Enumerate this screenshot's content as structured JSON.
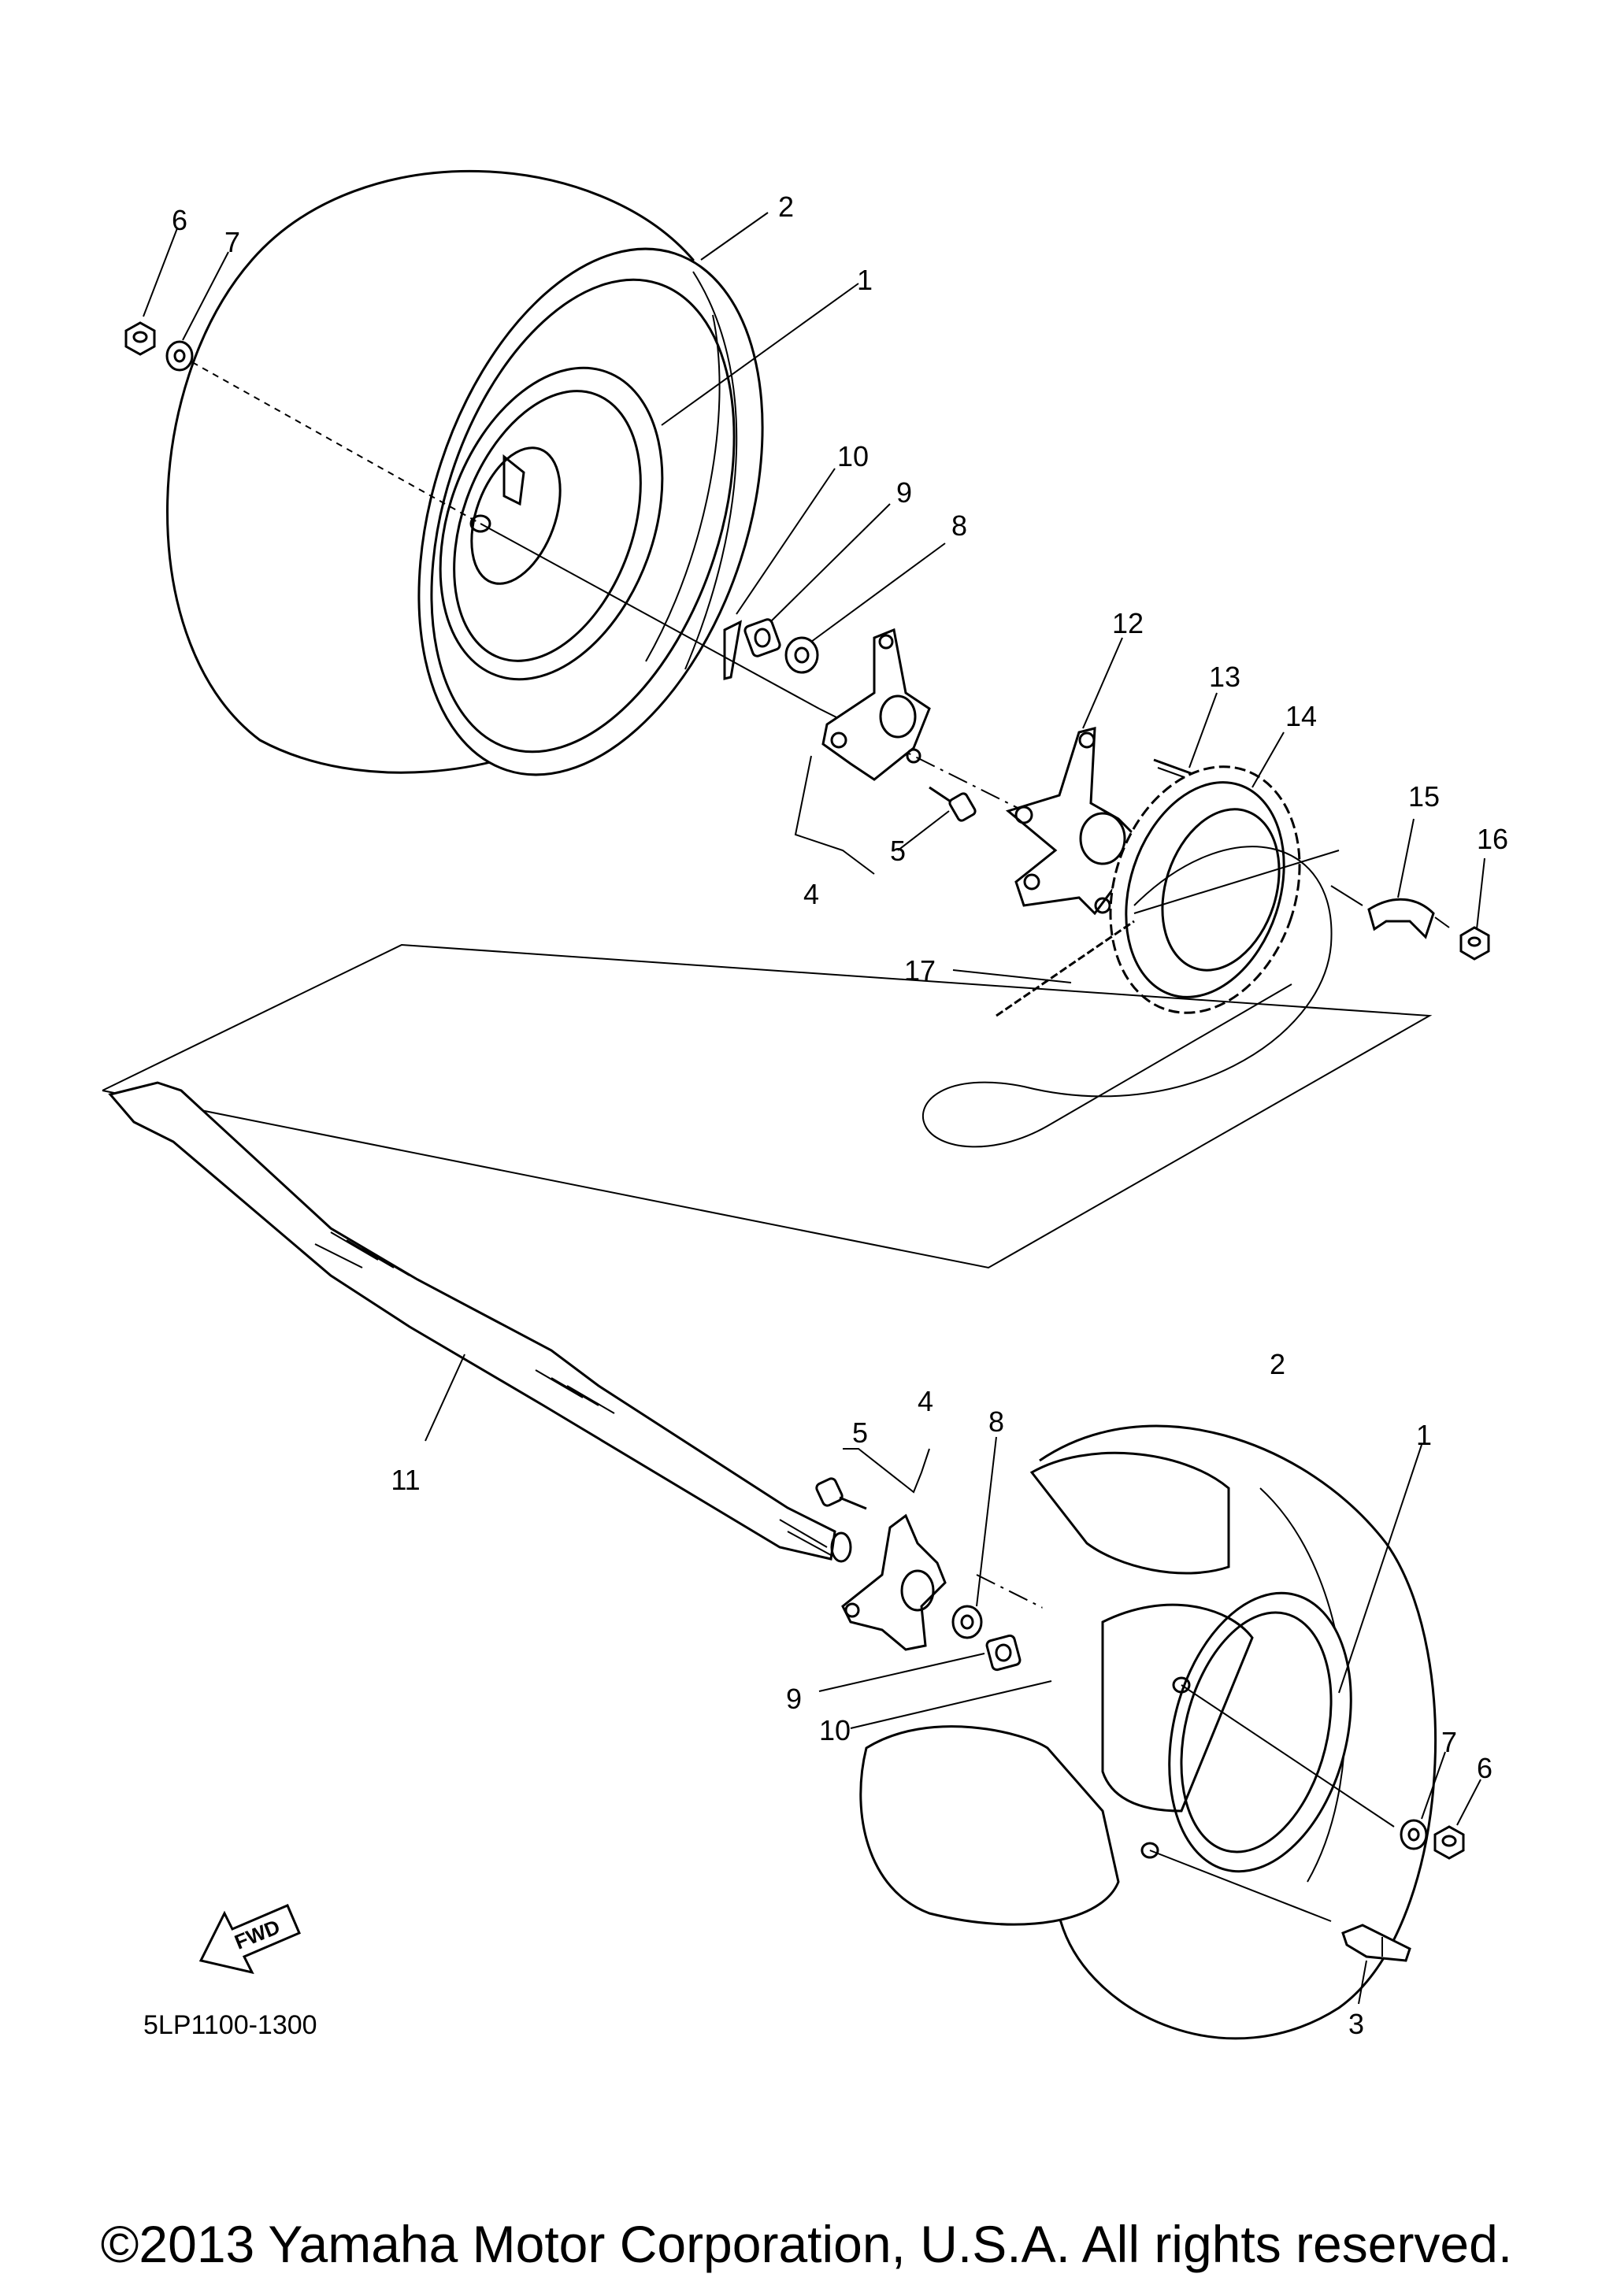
{
  "diagram": {
    "callouts": {
      "c6_top": "6",
      "c7_top": "7",
      "c2_top": "2",
      "c1_top": "1",
      "c10_top": "10",
      "c9_top": "9",
      "c8_top": "8",
      "c12": "12",
      "c13": "13",
      "c14": "14",
      "c15": "15",
      "c16": "16",
      "c5_top": "5",
      "c4_top": "4",
      "c17": "17",
      "c11": "11",
      "c4_bot": "4",
      "c5_bot": "5",
      "c8_bot": "8",
      "c2_bot": "2",
      "c1_bot": "1",
      "c9_bot": "9",
      "c10_bot": "10",
      "c7_bot": "7",
      "c6_bot": "6",
      "c3": "3"
    },
    "fwd_label": "FWD",
    "diagram_code": "5LP1100-1300"
  },
  "footer": {
    "copyright": "©2013 Yamaha Motor Corporation, U.S.A. All rights reserved."
  }
}
